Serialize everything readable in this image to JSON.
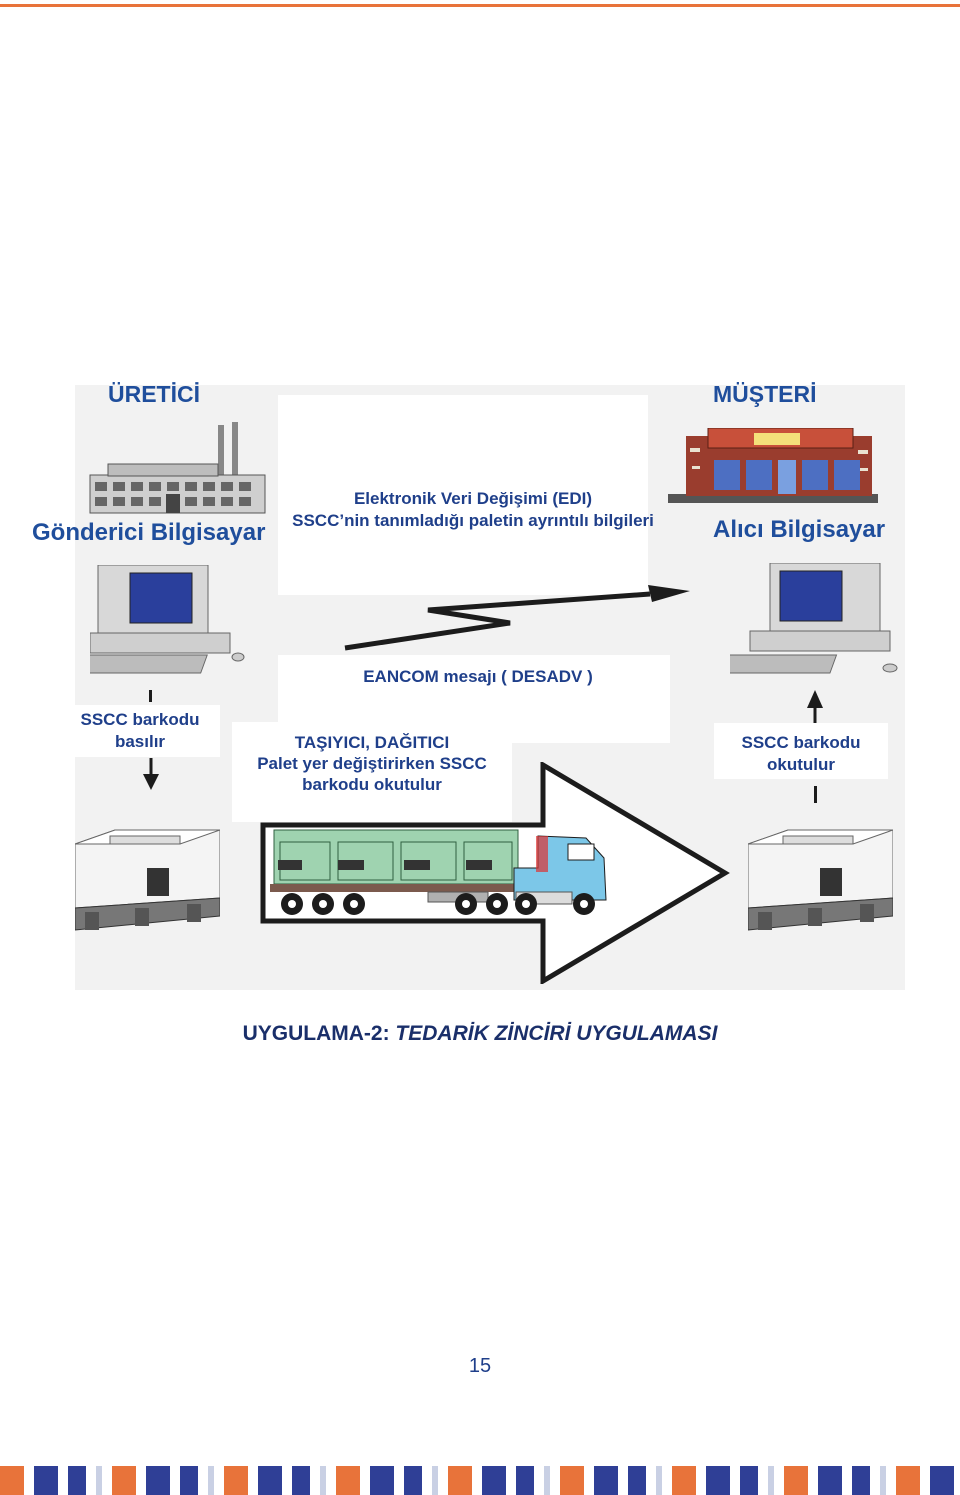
{
  "header": {
    "left_title": "ÜRETİCİ",
    "right_title": "MÜŞTERİ"
  },
  "left": {
    "computer_label": "Gönderici Bilgisayar",
    "barcode_label_line1": "SSCC barkodu",
    "barcode_label_line2": "basılır"
  },
  "right": {
    "computer_label": "Alıcı Bilgisayar",
    "barcode_label_line1": "SSCC barkodu",
    "barcode_label_line2": "okutulur"
  },
  "edi": {
    "line1": "Elektronik Veri Değişimi (EDI)",
    "line2": "SSCC’nin tanımladığı paletin ayrıntılı bilgileri",
    "message": "EANCOM mesajı ( DESADV )"
  },
  "carrier": {
    "line1": "TAŞIYICI, DAĞITICI",
    "line2": "Palet yer değiştirirken SSCC",
    "line3": "barkodu okutulur"
  },
  "caption": {
    "prefix": "UYGULAMA-2: ",
    "title": "TEDARİK ZİNCİRİ UYGULAMASI"
  },
  "page_number": "15",
  "colors": {
    "accent_orange": "#e8733a",
    "brand_blue": "#1f4e9c",
    "dark_navy": "#1a2f6a",
    "truck_green": "#9fd3b0",
    "truck_cab": "#7cc7e8"
  }
}
